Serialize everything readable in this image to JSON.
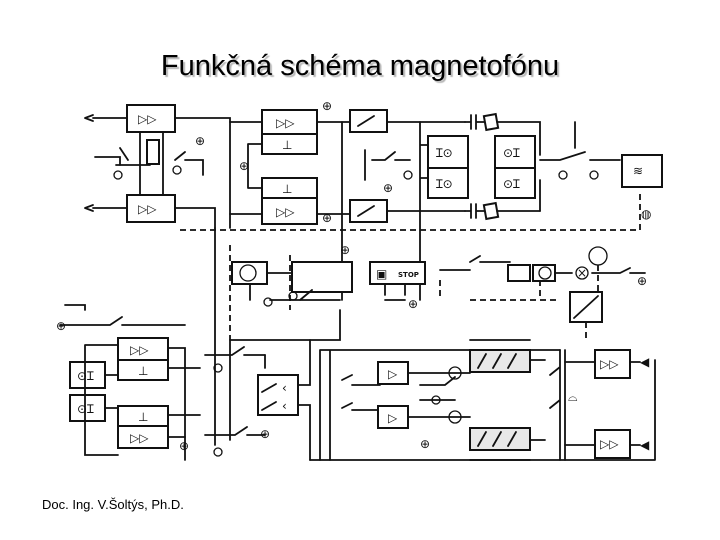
{
  "title": "Funkčná schéma magnetofónu",
  "footer": "Doc. Ing. V.Šoltýs, Ph.D.",
  "stop_label": "STOP"
}
